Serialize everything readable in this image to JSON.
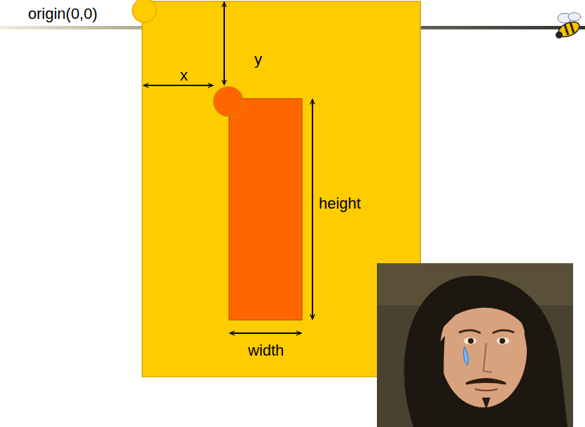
{
  "diagram": {
    "labels": [
      "origin(0,0)",
      "y",
      "x",
      "height",
      "width"
    ]
  }
}
